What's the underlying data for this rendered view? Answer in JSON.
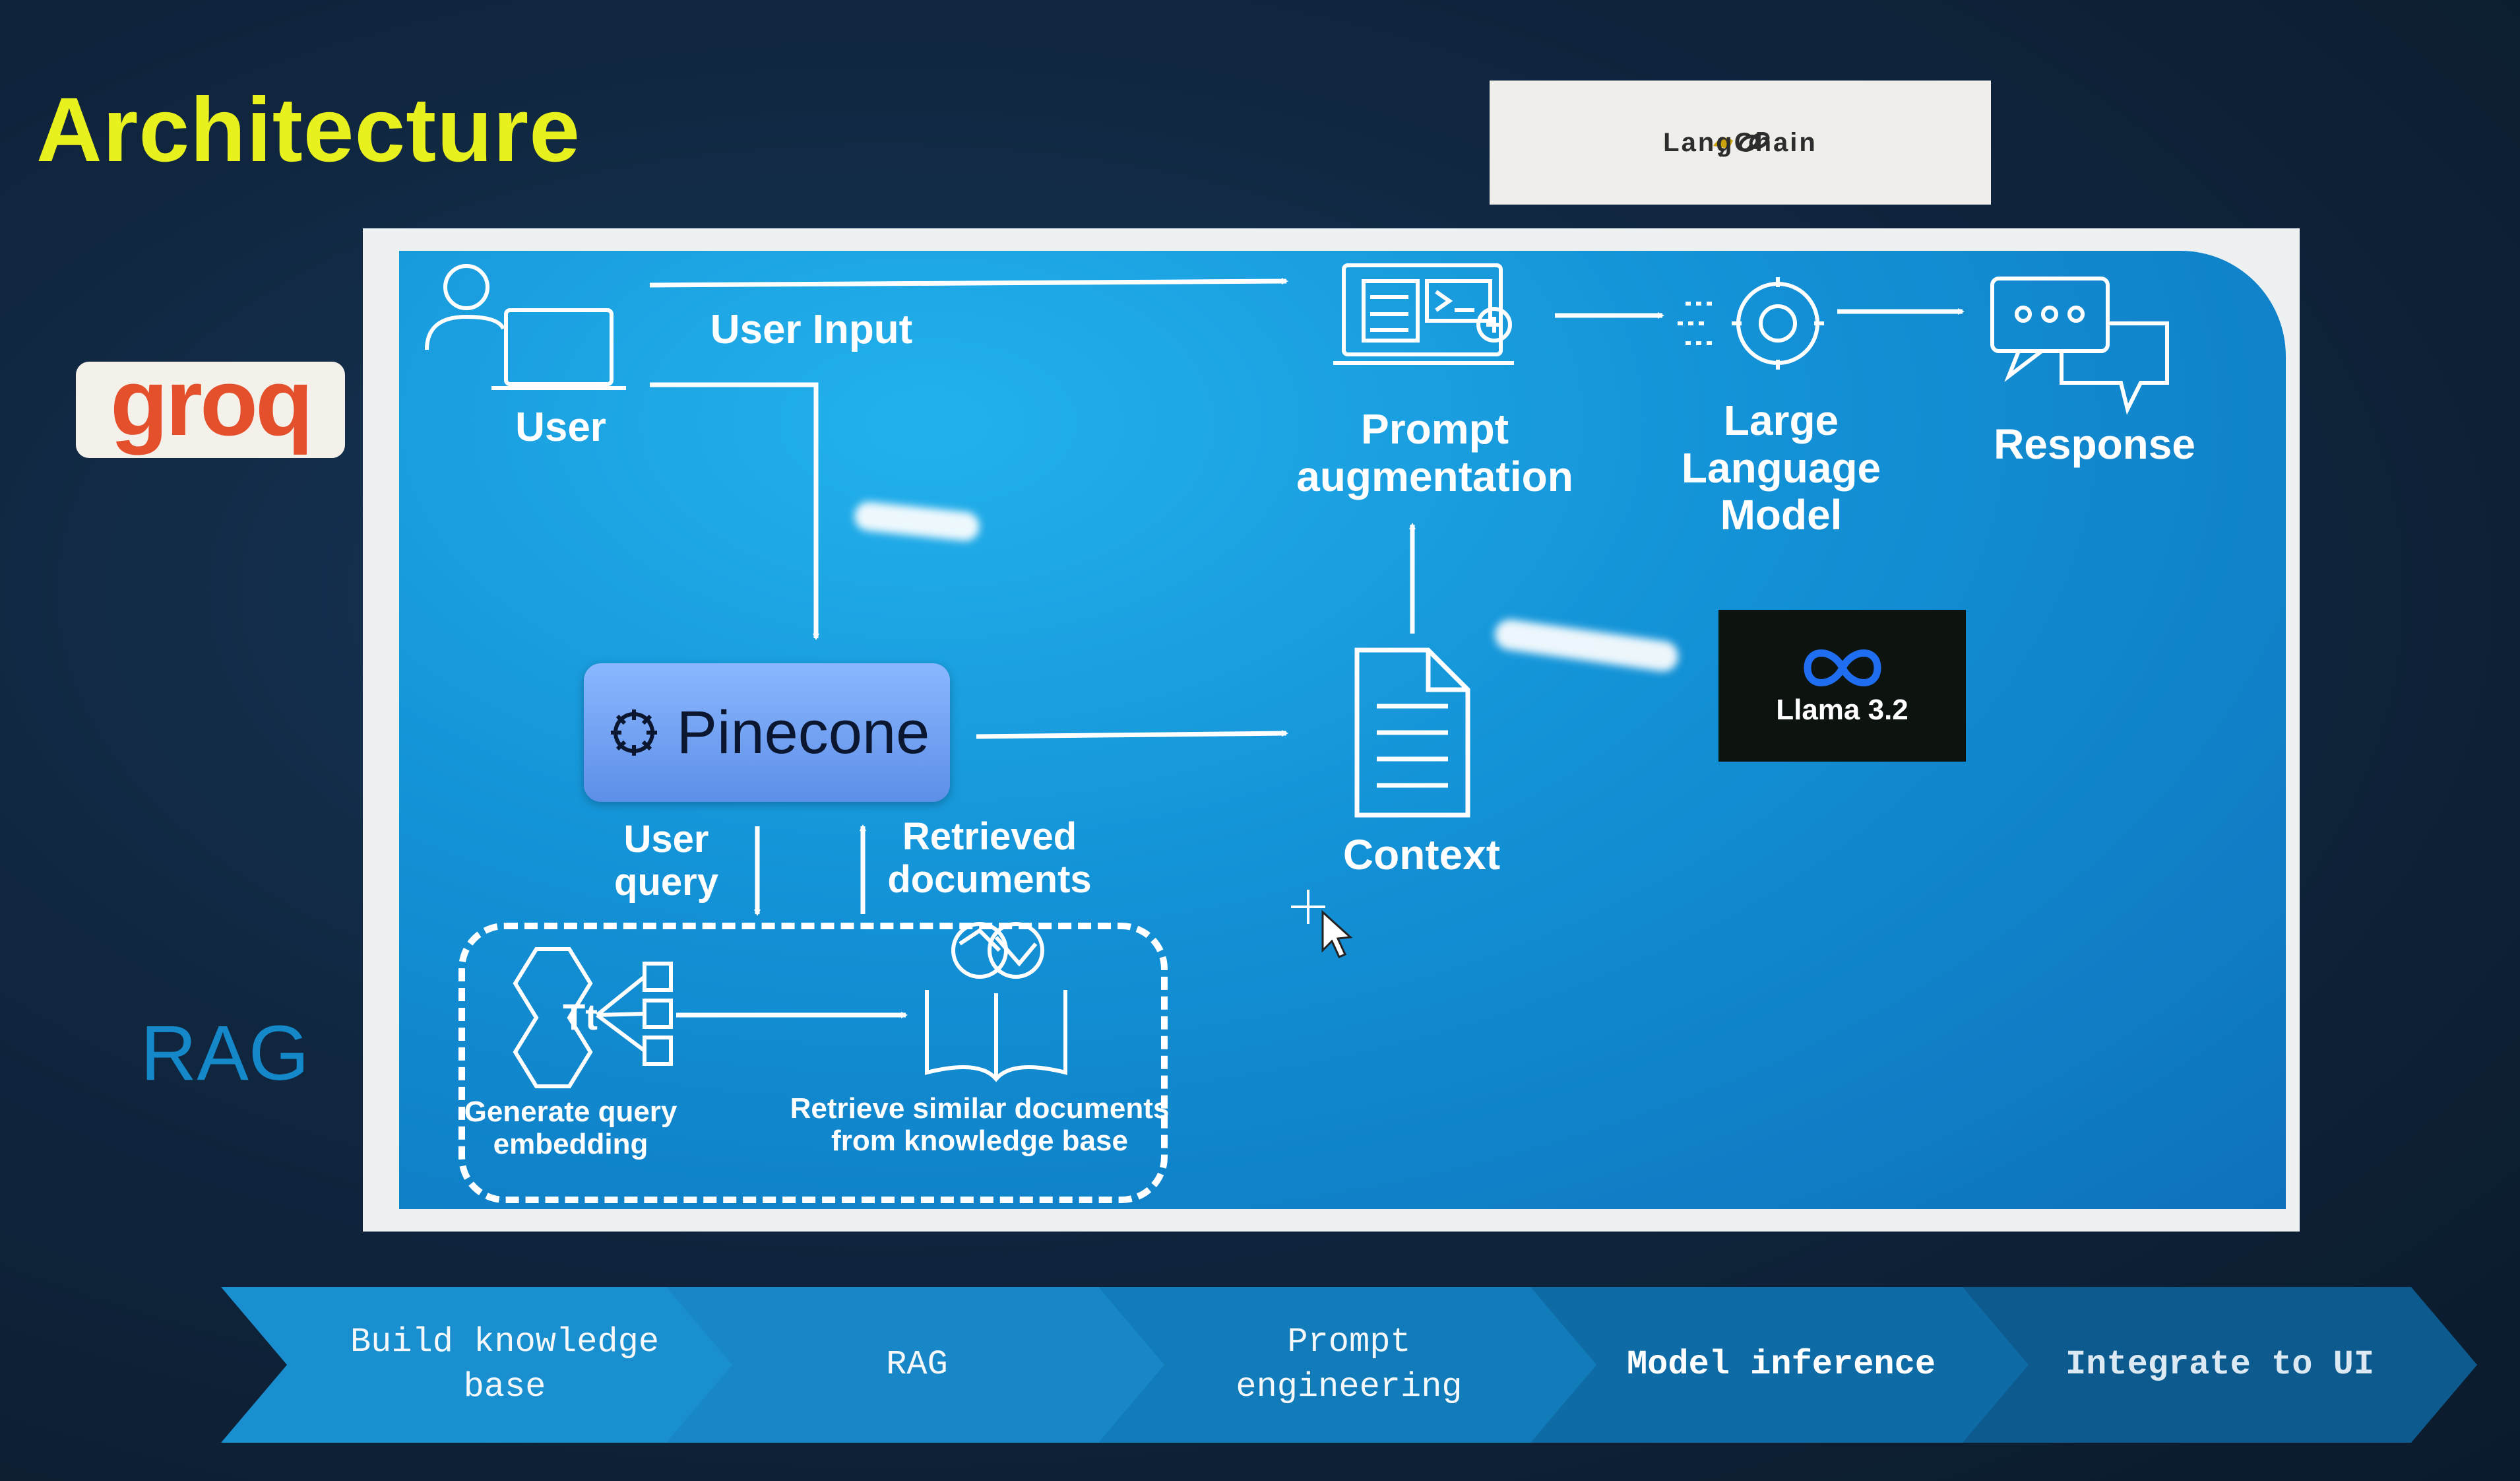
{
  "slide": {
    "title": "Architecture",
    "langchain_label": "LangChain",
    "groq_label": "groq",
    "rag_label": "RAG"
  },
  "diagram": {
    "user_label": "User",
    "user_input_label": "User Input",
    "prompt_label": "Prompt\naugmentation",
    "llm_label": "Large\nLanguage\nModel",
    "response_label": "Response",
    "pinecone_label": "Pinecone",
    "llama_label": "Llama 3.2",
    "context_label": "Context",
    "user_query_label": "User\nquery",
    "retrieved_label": "Retrieved\ndocuments",
    "generate_label": "Generate query\nembedding",
    "retrieve_label": "Retrieve similar documents\nfrom knowledge base"
  },
  "steps": [
    {
      "label": "Build knowledge\nbase",
      "color": "#1a8fd0"
    },
    {
      "label": "RAG",
      "color": "#1787c7"
    },
    {
      "label": "Prompt\nengineering",
      "color": "#127cba"
    },
    {
      "label": "Model inference",
      "color": "#0e6ba6",
      "bold": true
    },
    {
      "label": "Integrate to UI",
      "color": "#0c5a8e",
      "bold": true
    }
  ]
}
